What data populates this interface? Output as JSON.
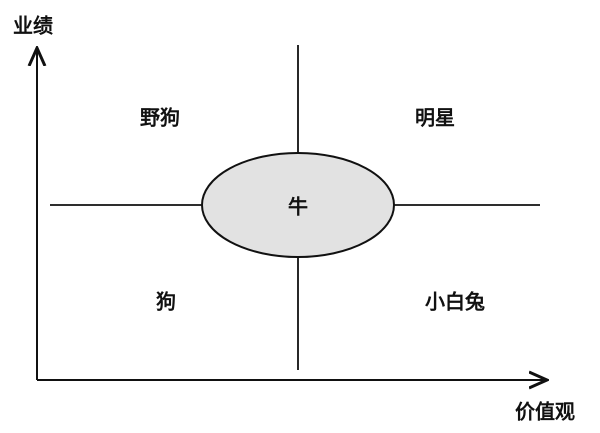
{
  "axes": {
    "y_label": "业绩",
    "x_label": "价值观"
  },
  "quadrants": {
    "top_left": "野狗",
    "top_right": "明星",
    "bottom_left": "狗",
    "bottom_right": "小白兔",
    "center": "牛"
  },
  "colors": {
    "ellipse_fill": "#e2e2e2",
    "line": "#111111"
  }
}
